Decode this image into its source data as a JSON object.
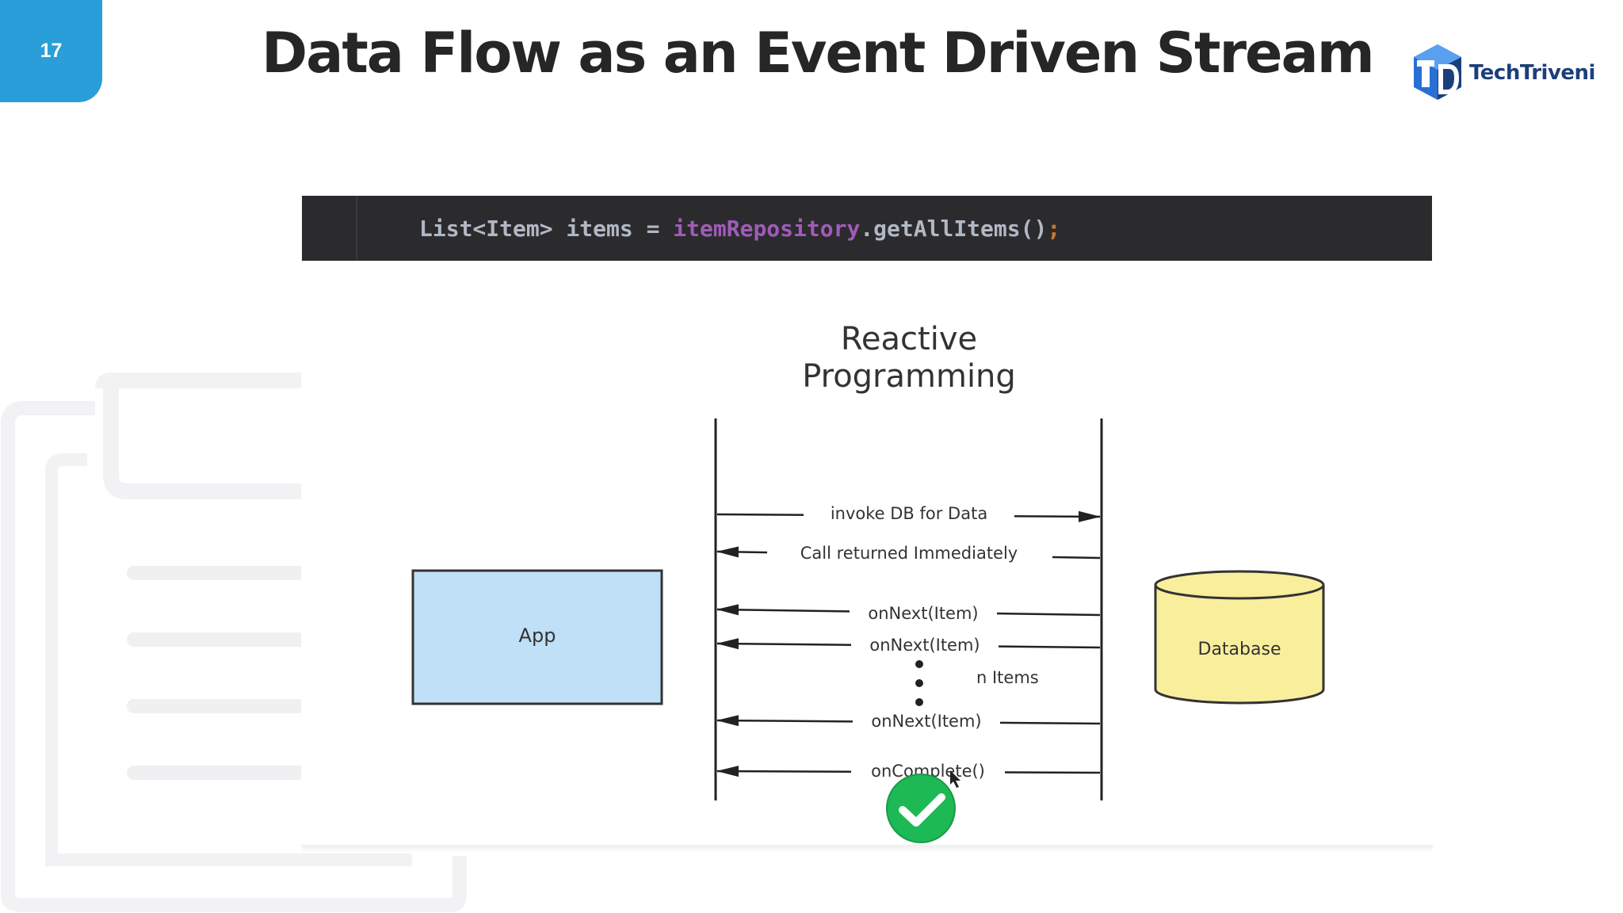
{
  "slide": {
    "number": "17",
    "title": "Data Flow as an Event Driven Stream",
    "accent_color": "#2a9ed8"
  },
  "logo": {
    "text": "TechTriveni",
    "icon": "cube-logo-icon"
  },
  "code": {
    "type_part": "List<Item> items = ",
    "field_part": "itemRepository",
    "call_part": ".getAllItems()",
    "end_part": ";"
  },
  "diagram": {
    "title_line1": "Reactive",
    "title_line2": "Programming",
    "app_label": "App",
    "database_label": "Database",
    "app_color": "#bfe0f7",
    "database_color": "#f8ee9c",
    "messages": {
      "invoke": "invoke DB for Data",
      "returned": "Call returned Immediately",
      "next1": "onNext(Item)",
      "next2": "onNext(Item)",
      "n_items": "n Items",
      "next3": "onNext(Item)",
      "complete": "onComplete()"
    },
    "complete_icon": "checkmark-circle-icon",
    "complete_color": "#1db954"
  }
}
